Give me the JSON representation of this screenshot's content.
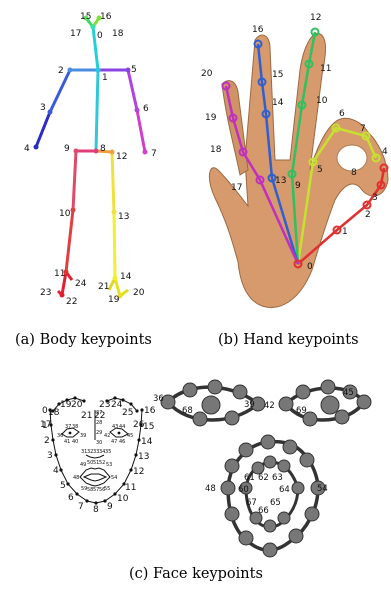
{
  "captions": {
    "body": "(a) Body keypoints",
    "hand": "(b) Hand keypoints",
    "face": "(c) Face keypoints"
  },
  "body_points": [
    {
      "id": "0",
      "color": "#33e0b0"
    },
    {
      "id": "1",
      "color": "#22c8e0"
    },
    {
      "id": "2",
      "color": "#4a8ee0"
    },
    {
      "id": "3",
      "color": "#3a5ad8"
    },
    {
      "id": "4",
      "color": "#2a2ac8"
    },
    {
      "id": "5",
      "color": "#8844e0"
    },
    {
      "id": "6",
      "color": "#b044e0"
    },
    {
      "id": "7",
      "color": "#d040c8"
    },
    {
      "id": "8",
      "color": "#e0407a"
    },
    {
      "id": "9",
      "color": "#e04a6a"
    },
    {
      "id": "10",
      "color": "#e04040"
    },
    {
      "id": "11",
      "color": "#e03030"
    },
    {
      "id": "12",
      "color": "#f0a040"
    },
    {
      "id": "13",
      "color": "#f0e040"
    },
    {
      "id": "14",
      "color": "#f0f030"
    },
    {
      "id": "15",
      "color": "#60e060"
    },
    {
      "id": "16",
      "color": "#80e040"
    },
    {
      "id": "17",
      "color": "#40d860"
    },
    {
      "id": "18",
      "color": "#90e030"
    },
    {
      "id": "19",
      "color": "#e8e020"
    },
    {
      "id": "20",
      "color": "#e0e020"
    },
    {
      "id": "21",
      "color": "#e0d820"
    },
    {
      "id": "22",
      "color": "#e02030"
    },
    {
      "id": "23",
      "color": "#e02030"
    },
    {
      "id": "24",
      "color": "#e02030"
    }
  ],
  "hand_labels": [
    "0",
    "1",
    "2",
    "3",
    "4",
    "5",
    "6",
    "7",
    "8",
    "9",
    "10",
    "11",
    "12",
    "13",
    "14",
    "15",
    "16",
    "17",
    "18",
    "19",
    "20"
  ],
  "face_overview_labels": {
    "jaw": [
      "0",
      "1",
      "2",
      "3",
      "4",
      "5",
      "6",
      "7",
      "8",
      "9",
      "10",
      "11",
      "12",
      "13",
      "14",
      "15",
      "16"
    ],
    "brows": [
      "17",
      "18",
      "19",
      "20",
      "21",
      "22",
      "23",
      "24",
      "25",
      "26"
    ],
    "left_eye": [
      "36",
      "37",
      "38",
      "39",
      "40",
      "41"
    ],
    "right_eye": [
      "42",
      "43",
      "44",
      "45",
      "46",
      "47"
    ],
    "nose": [
      "27",
      "28",
      "29",
      "30",
      "31",
      "32",
      "33",
      "34",
      "35"
    ],
    "mouth": [
      "48",
      "49",
      "50",
      "51",
      "52",
      "53",
      "54",
      "55",
      "56",
      "57",
      "58",
      "59",
      "60",
      "61",
      "62",
      "63",
      "64",
      "65",
      "66",
      "67"
    ],
    "pupils": [
      "68",
      "69"
    ]
  },
  "face_detail_labels": {
    "left_eye": [
      "36",
      "68",
      "39"
    ],
    "right_eye": [
      "42",
      "69",
      "45"
    ],
    "mouth": [
      "48",
      "61",
      "62",
      "63",
      "60",
      "64",
      "54",
      "67",
      "65",
      "66"
    ]
  },
  "colors": {
    "hand_thumb": "#e03030",
    "hand_index": "#c8e030",
    "hand_middle": "#30c060",
    "hand_ring": "#3060d0",
    "hand_pinky": "#c030c0",
    "face_marker": "#777777",
    "face_marker_dark": "#333333"
  }
}
